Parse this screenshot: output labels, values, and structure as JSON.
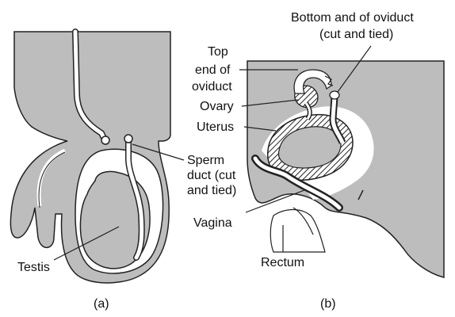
{
  "colors": {
    "background": "#ffffff",
    "tissue": "#bdbdbd",
    "outline": "#222222",
    "tube": "#ffffff"
  },
  "panel_a": {
    "caption": "(a)",
    "labels": {
      "sperm_duct": [
        "Sperm",
        "duct (cut",
        "and tied)"
      ],
      "testis": "Testis"
    }
  },
  "panel_b": {
    "caption": "(b)",
    "labels": {
      "bottom_oviduct": [
        "Bottom and of oviduct",
        "(cut and tied)"
      ],
      "top_oviduct": [
        "Top",
        "end of",
        "oviduct"
      ],
      "ovary": "Ovary",
      "uterus": "Uterus",
      "vagina": "Vagina",
      "rectum": "Rectum"
    }
  }
}
